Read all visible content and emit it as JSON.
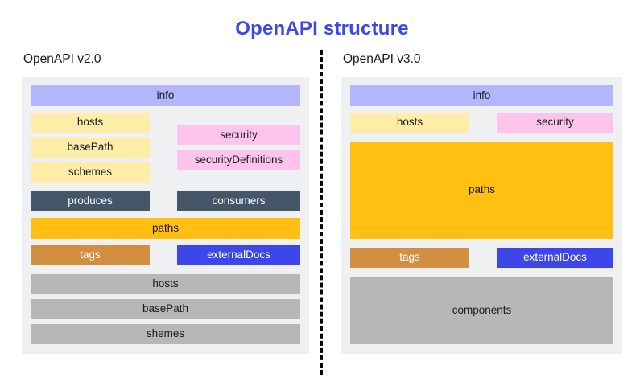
{
  "title": "OpenAPI structure",
  "colors": {
    "title": "#3d46e8",
    "panel_background": "#eff0f2",
    "info": "#b3b6fd",
    "yellow": "#fdeda8",
    "pink": "#fcc4ea",
    "slate": "#45566b",
    "amber": "#ffc012",
    "bronze": "#d28f41",
    "blue": "#3d46e8",
    "gray": "#b6b7b9"
  },
  "columns": [
    {
      "heading": "OpenAPI v2.0",
      "blocks": {
        "info": "info",
        "hosts": "hosts",
        "basePath": "basePath",
        "schemes": "schemes",
        "security": "security",
        "securityDefinitions": "securityDefinitions",
        "produces": "produces",
        "consumers": "consumers",
        "paths": "paths",
        "tags": "tags",
        "externalDocs": "externalDocs",
        "definitions_hosts": "hosts",
        "definitions_basePath": "basePath",
        "definitions_shemes": "shemes"
      }
    },
    {
      "heading": "OpenAPI v3.0",
      "blocks": {
        "info": "info",
        "hosts": "hosts",
        "security": "security",
        "paths": "paths",
        "tags": "tags",
        "externalDocs": "externalDocs",
        "components": "components"
      }
    }
  ]
}
